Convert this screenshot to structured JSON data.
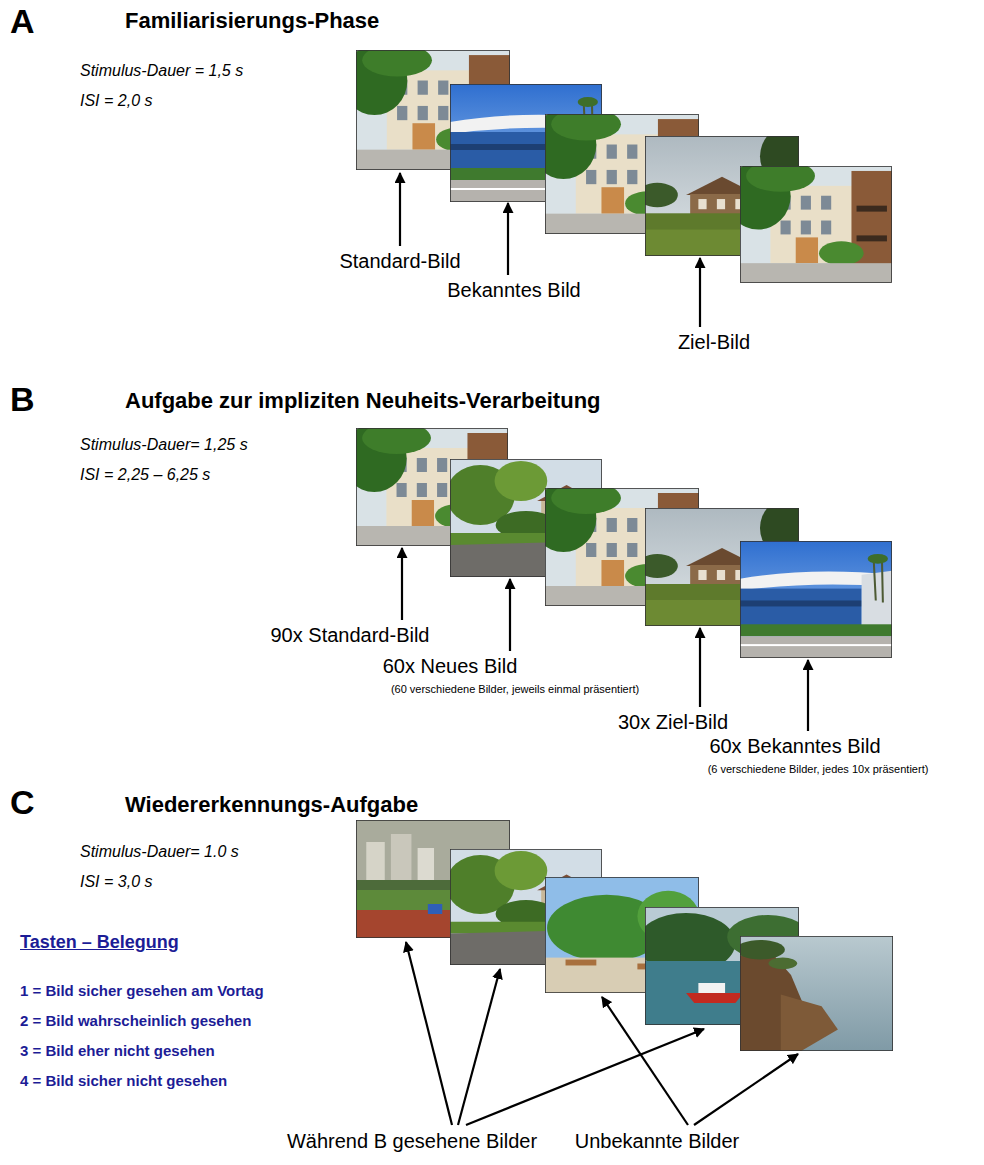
{
  "diagram": {
    "labels": [
      "A",
      "Familiarisierungs-Phase",
      "Stimulus-Dauer = 1,5 s",
      "ISI = 2,0 s",
      "Standard-Bild",
      "Bekanntes Bild",
      "Ziel-Bild",
      "B",
      "Aufgabe zur impliziten Neuheits-Verarbeitung",
      "Stimulus-Dauer= 1,25 s",
      "ISI = 2,25 – 6,25 s",
      "90x Standard-Bild",
      "60x Neues Bild",
      "(60 verschiedene Bilder, jeweils einmal präsentiert)",
      "30x Ziel-Bild",
      "60x Bekanntes Bild",
      "(6 verschiedene Bilder, jedes 10x präsentiert)",
      "C",
      "Wiedererkennungs-Aufgabe",
      "Stimulus-Dauer= 1.0 s",
      "ISI = 3,0 s",
      "Tasten – Belegung",
      "1 = Bild sicher gesehen am Vortag",
      "2 = Bild wahrscheinlich gesehen",
      "3 = Bild eher nicht gesehen",
      "4 = Bild sicher nicht gesehen",
      "Während B gesehene Bilder",
      "Unbekannte Bilder"
    ]
  }
}
